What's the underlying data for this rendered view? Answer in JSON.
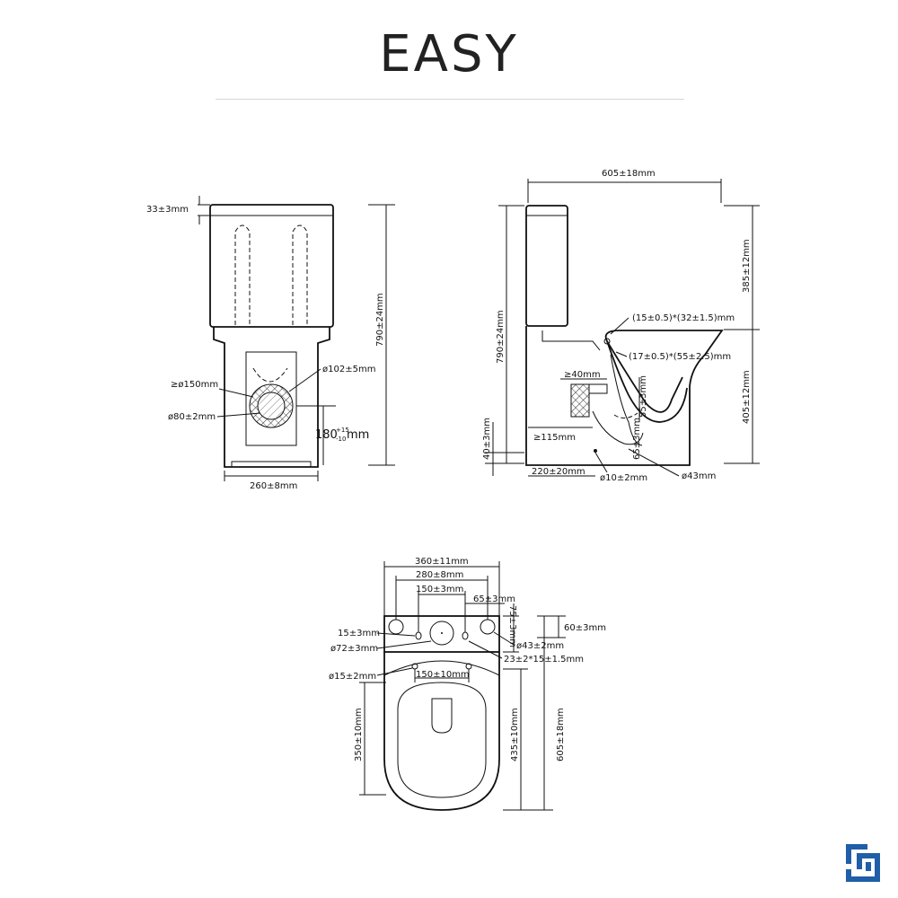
{
  "title": "EASY",
  "brand_color": "#1f5fa8",
  "icons": [
    "brand-logo-icon"
  ],
  "front_view": {
    "dims": {
      "lid": "33±3mm",
      "height": "790±24mm",
      "outer_flange": "≥ø150mm",
      "outlet": "ø102±5mm",
      "inner_pipe": "ø80±2mm",
      "outlet_height_base": "180",
      "outlet_height_tol_plus": "+15",
      "outlet_height_tol_minus": "-10",
      "outlet_height_unit": "mm",
      "base_width": "260±8mm"
    }
  },
  "side_view": {
    "dims": {
      "depth": "605±18mm",
      "tank_height": "385±12mm",
      "bowl_height": "405±12mm",
      "total_height": "790±24mm",
      "inlet_1": "(15±0.5)*(32±1.5)mm",
      "inlet_2": "(17±0.5)*(55±2.5)mm",
      "clearance": "≥40mm",
      "trap_depth": "55±3mm",
      "seal_depth": "65±3mm",
      "wall_distance": "≥115mm",
      "base_height": "40±3mm",
      "floor_distance": "220±20mm",
      "fix_hole": "ø10±2mm",
      "outlet_dia": "ø43mm"
    }
  },
  "top_view": {
    "dims": {
      "tank_width": "360±11mm",
      "hole_span": "280±8mm",
      "button_span": "150±3mm",
      "button_offset": "65±3mm",
      "side_depth": "75±3mm",
      "rear_depth": "60±3mm",
      "edge_offset": "15±3mm",
      "button_dia": "ø72±3mm",
      "side_hole": "ø43±2mm",
      "slot": "23±2*15±1.5mm",
      "seat_holes": "ø15±2mm",
      "seat_span": "150±10mm",
      "bowl_length": "350±10mm",
      "bowl_depth": "435±10mm",
      "total_depth": "605±18mm"
    }
  }
}
